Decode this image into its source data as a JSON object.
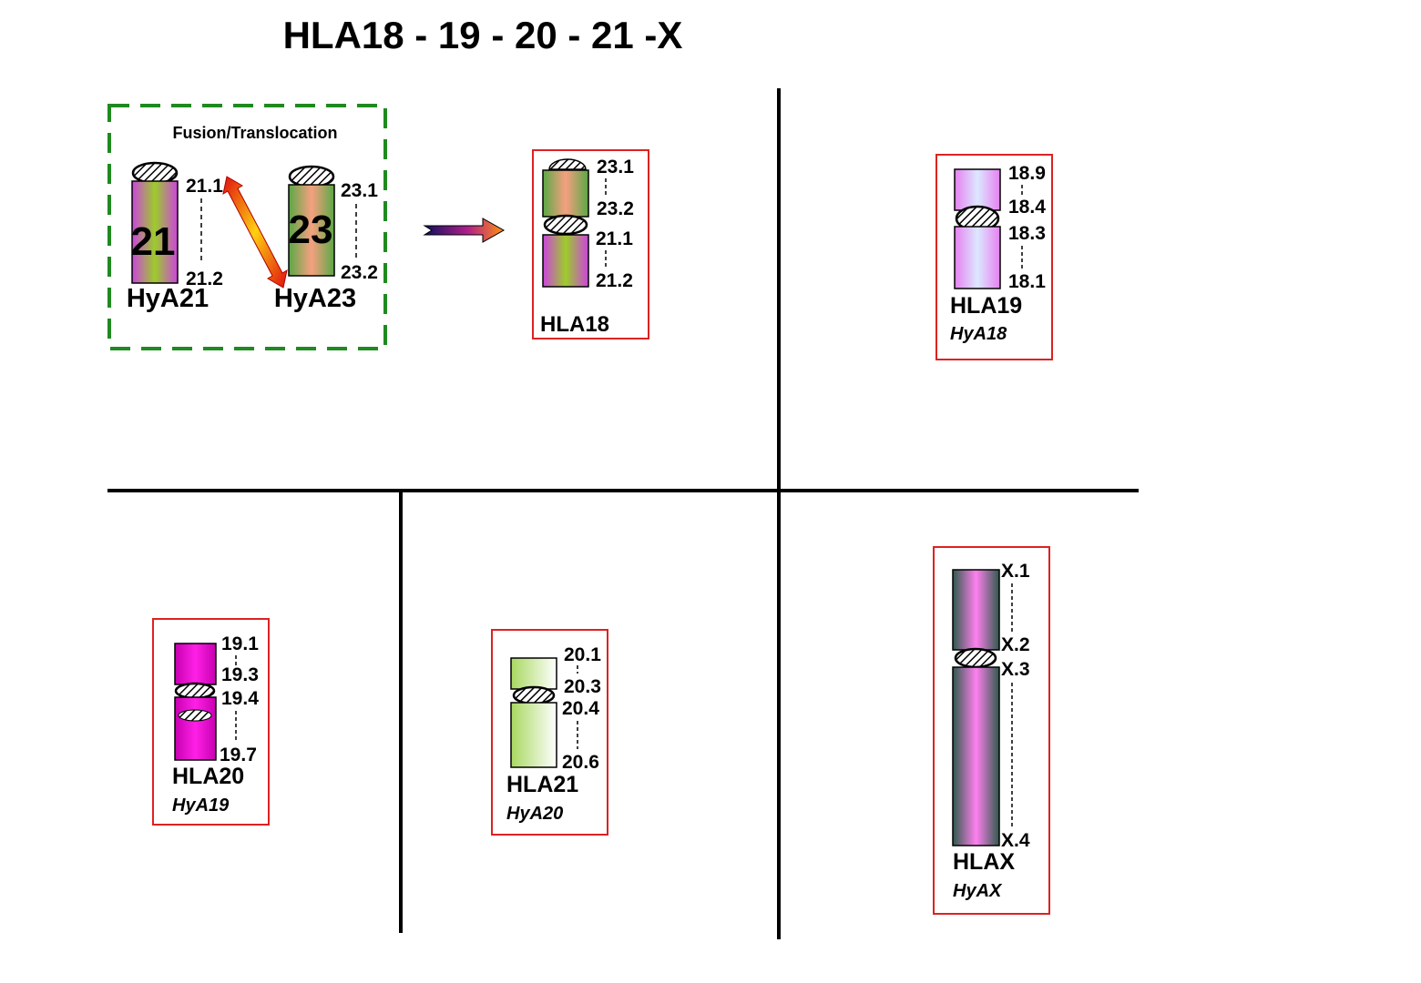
{
  "title": "HLA18 - 19 - 20 - 21 -X",
  "fusion": {
    "heading": "Fusion/Translocation",
    "left": {
      "number": "21",
      "name": "HyA21",
      "band_top": "21.1",
      "band_bottom": "21.2"
    },
    "right": {
      "number": "23",
      "name": "HyA23",
      "band_top": "23.1",
      "band_bottom": "23.2"
    }
  },
  "hla18": {
    "name": "HLA18",
    "bands": [
      "23.1",
      "23.2",
      "21.1",
      "21.2"
    ]
  },
  "hla19": {
    "name": "HLA19",
    "origin": "HyA18",
    "bands": [
      "18.9",
      "18.4",
      "18.3",
      "18.1"
    ]
  },
  "hla20": {
    "name": "HLA20",
    "origin": "HyA19",
    "bands": [
      "19.1",
      "19.3",
      "19.4",
      "19.7"
    ]
  },
  "hla21": {
    "name": "HLA21",
    "origin": "HyA20",
    "bands": [
      "20.1",
      "20.3",
      "20.4",
      "20.6"
    ]
  },
  "hlax": {
    "name": "HLAX",
    "origin": "HyAX",
    "bands": [
      "X.1",
      "X.2",
      "X.3",
      "X.4"
    ]
  },
  "colors": {
    "frame": "#dd2222",
    "fusion_border": "#1f8a1f",
    "grid_line": "#000000",
    "purple_green": [
      "#cc44dd",
      "#9ccc2a"
    ],
    "salmon_green": [
      "#5aa845",
      "#f6a080"
    ],
    "lavender": [
      "#e680f0",
      "#dce8ff"
    ],
    "magenta": "#dd00cc",
    "pale_green": [
      "#a8d860",
      "#ffffff"
    ],
    "pink_dark": [
      "#2e5a4a",
      "#ff80f0"
    ]
  }
}
